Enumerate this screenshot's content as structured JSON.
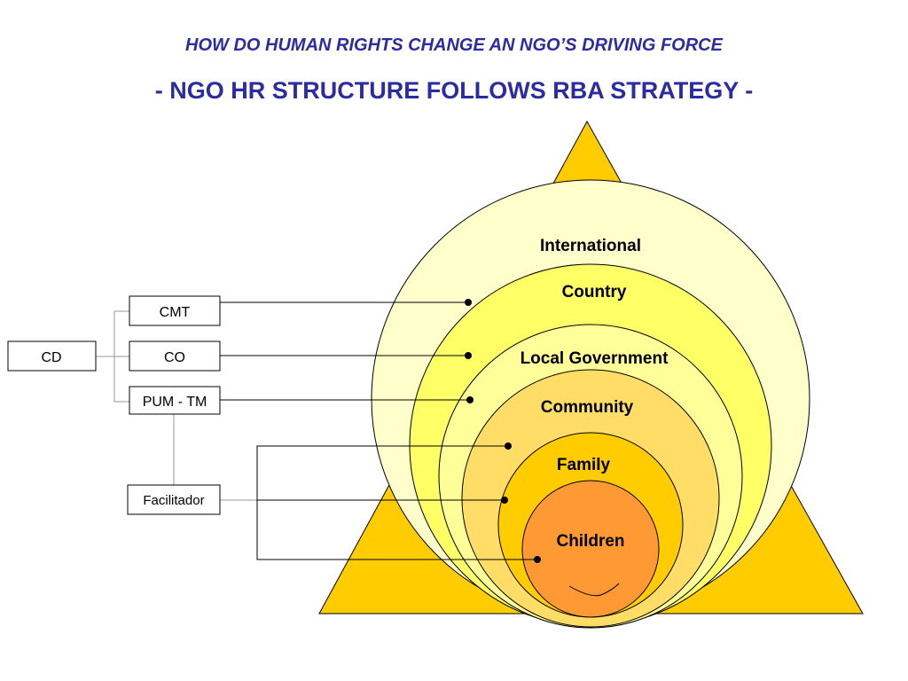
{
  "header": {
    "title": "HOW DO HUMAN RIGHTS CHANGE AN NGO’S DRIVING FORCE",
    "subtitle": "- NGO HR STRUCTURE FOLLOWS RBA STRATEGY -"
  },
  "circles": {
    "international": "International",
    "country": "Country",
    "local_government": "Local Government",
    "community": "Community",
    "family": "Family",
    "children": "Children"
  },
  "org_boxes": {
    "cd": "CD",
    "cmt": "CMT",
    "co": "CO",
    "pum_tm": "PUM - TM",
    "facilitador": "Facilitador"
  },
  "colors": {
    "title": "#2b2ba3",
    "triangle": "#ffcc00",
    "international": "#ffffcc",
    "country": "#ffff66",
    "local_government": "#ffff99",
    "community": "#ffdd66",
    "family": "#ffcc00",
    "children": "#ff9933"
  }
}
